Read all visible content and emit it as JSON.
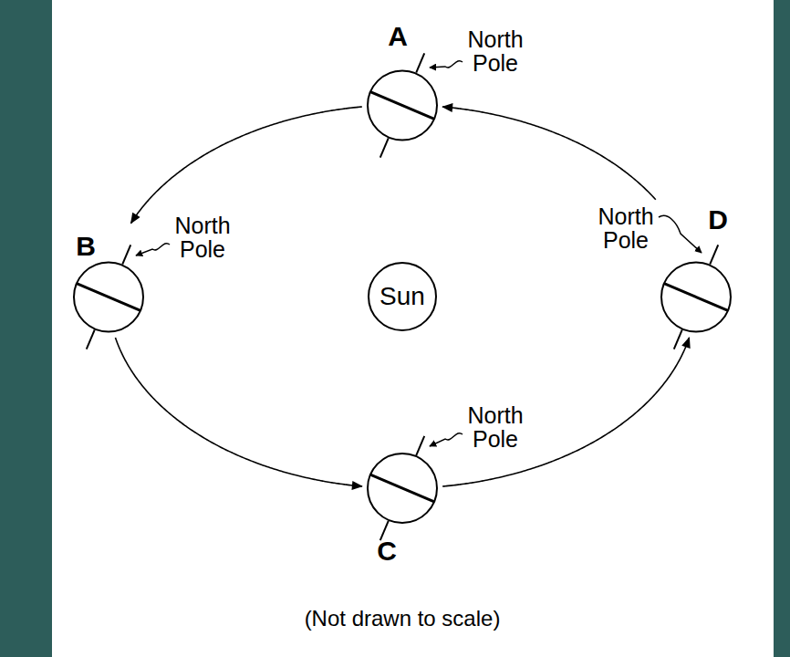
{
  "diagram": {
    "caption": "(Not drawn to scale)",
    "nodes": [
      {
        "text": [
          "A"
        ]
      },
      {
        "text": [
          "B"
        ]
      },
      {
        "text": [
          "Sun"
        ]
      },
      {
        "text": [
          "D"
        ]
      },
      {
        "text": [
          "C"
        ]
      }
    ],
    "edges": [
      {
        "from": 0,
        "to": 1,
        "arrow": "to"
      },
      {
        "from": 1,
        "to": 4,
        "arrow": "to"
      },
      {
        "from": 4,
        "to": 3,
        "arrow": "to"
      },
      {
        "from": 3,
        "to": 0,
        "arrow": "to"
      }
    ],
    "labels": [
      "North Pole",
      "North Pole",
      "North Pole",
      "North Pole"
    ]
  }
}
